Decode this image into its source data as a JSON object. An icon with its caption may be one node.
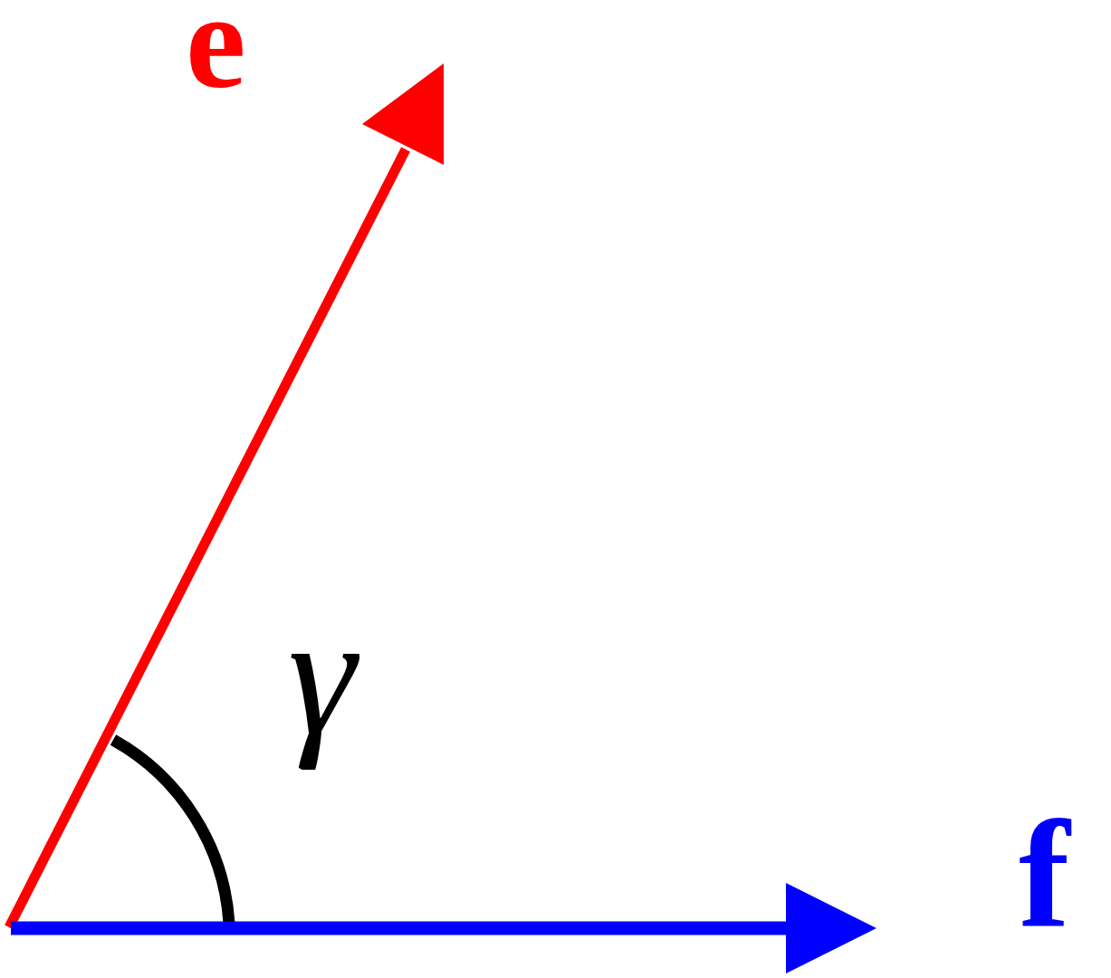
{
  "diagram": {
    "labels": [
      "e",
      "γ",
      "f"
    ]
  }
}
